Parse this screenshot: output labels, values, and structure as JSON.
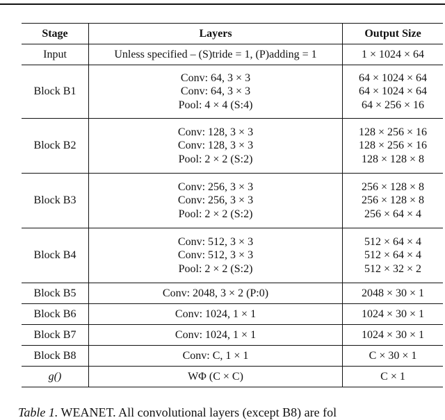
{
  "header": {
    "stage": "Stage",
    "layers": "Layers",
    "output": "Output Size"
  },
  "rows": [
    {
      "stage": "Input",
      "layers": [
        "Unless specified – (S)tride = 1, (P)adding = 1"
      ],
      "output": [
        "1 × 1024 × 64"
      ]
    },
    {
      "stage": "Block B1",
      "layers": [
        "Conv: 64, 3 × 3",
        "Conv: 64, 3 × 3",
        "Pool: 4 × 4 (S:4)"
      ],
      "output": [
        "64 × 1024 × 64",
        "64 × 1024 × 64",
        "64 × 256 × 16"
      ]
    },
    {
      "stage": "Block B2",
      "layers": [
        "Conv: 128, 3 × 3",
        "Conv: 128, 3 × 3",
        "Pool: 2 × 2 (S:2)"
      ],
      "output": [
        "128 × 256 × 16",
        "128 × 256 × 16",
        "128 × 128 × 8"
      ]
    },
    {
      "stage": "Block B3",
      "layers": [
        "Conv: 256, 3 × 3",
        "Conv: 256, 3 × 3",
        "Pool: 2 × 2 (S:2)"
      ],
      "output": [
        "256 × 128 × 8",
        "256 × 128 × 8",
        "256 × 64 × 4"
      ]
    },
    {
      "stage": "Block B4",
      "layers": [
        "Conv: 512, 3 × 3",
        "Conv: 512, 3 × 3",
        "Pool: 2 × 2 (S:2)"
      ],
      "output": [
        "512 × 64 × 4",
        "512 × 64 × 4",
        "512 × 32 × 2"
      ]
    },
    {
      "stage": "Block B5",
      "layers": [
        "Conv: 2048, 3 × 2 (P:0)"
      ],
      "output": [
        "2048 × 30 × 1"
      ]
    },
    {
      "stage": "Block B6",
      "layers": [
        "Conv: 1024, 1 × 1"
      ],
      "output": [
        "1024 × 30 × 1"
      ]
    },
    {
      "stage": "Block B7",
      "layers": [
        "Conv: 1024, 1 × 1"
      ],
      "output": [
        "1024 × 30 × 1"
      ]
    },
    {
      "stage": "Block B8",
      "layers": [
        "Conv: C, 1 × 1"
      ],
      "output": [
        "C × 30 × 1"
      ]
    },
    {
      "stage": "g()",
      "layers": [
        "WΦ (C × C)"
      ],
      "output": [
        "C × 1"
      ]
    }
  ],
  "caption": {
    "label": "Table 1.",
    "text": " WEANET. All convolutional layers (except B8) are fol"
  }
}
